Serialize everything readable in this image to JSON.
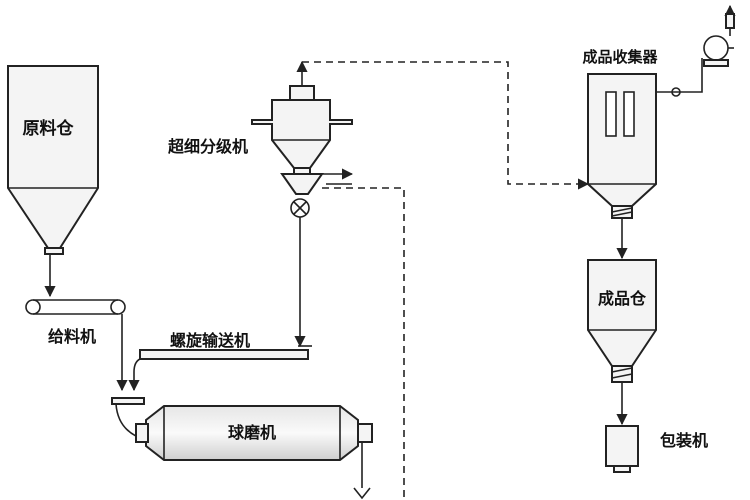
{
  "labels": {
    "raw_silo": "原料仓",
    "feeder": "给料机",
    "screw_conveyor": "螺旋输送机",
    "ball_mill": "球磨机",
    "classifier": "超细分级机",
    "collector": "成品收集器",
    "product_silo": "成品仓",
    "packer": "包装机"
  }
}
